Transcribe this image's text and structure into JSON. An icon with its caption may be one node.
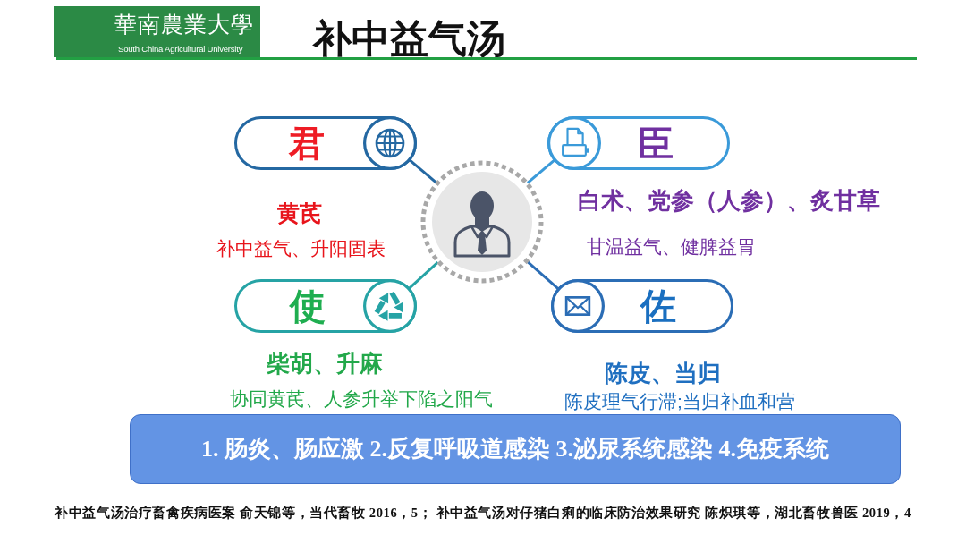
{
  "diagram": {
    "title": "补中益气汤",
    "nodes": [
      {
        "text": [
          "君"
        ],
        "beside": [
          "黄芪",
          "补中益气、升阳固表"
        ]
      },
      {
        "text": [
          "臣"
        ],
        "beside": [
          "白术、党参（人参）、炙甘草",
          "甘温益气、健脾益胃"
        ]
      },
      {
        "text": [],
        "shape": "person"
      },
      {
        "text": [
          "使"
        ],
        "beside": [
          "柴胡、升麻",
          "协同黄芪、人参升举下陷之阳气"
        ]
      },
      {
        "text": [
          "佐"
        ],
        "beside": [
          "陈皮、当归",
          "陈皮理气行滞;当归补血和营"
        ]
      },
      {
        "text": [
          "1. 肠炎、肠应激 2.反复呼吸道感染 3.泌尿系统感染 4.免疫系统"
        ]
      }
    ],
    "edges": [
      {
        "from": 2,
        "to": 0,
        "arrow": "none",
        "color": "#2468a2"
      },
      {
        "from": 2,
        "to": 1,
        "arrow": "none",
        "color": "#3a9ad9"
      },
      {
        "from": 2,
        "to": 3,
        "arrow": "none",
        "color": "#26a3a5"
      },
      {
        "from": 2,
        "to": 4,
        "arrow": "none",
        "color": "#2b6db5"
      }
    ],
    "labels": [
      "華南農業大學",
      "South China Agricultural University",
      "补中益气汤治疗畜禽疾病医案 俞天锦等，当代畜牧 2016，5； 补中益气汤对仔猪白痢的临床防治效果研究 陈炽琪等，湖北畜牧兽医 2019，4"
    ]
  }
}
